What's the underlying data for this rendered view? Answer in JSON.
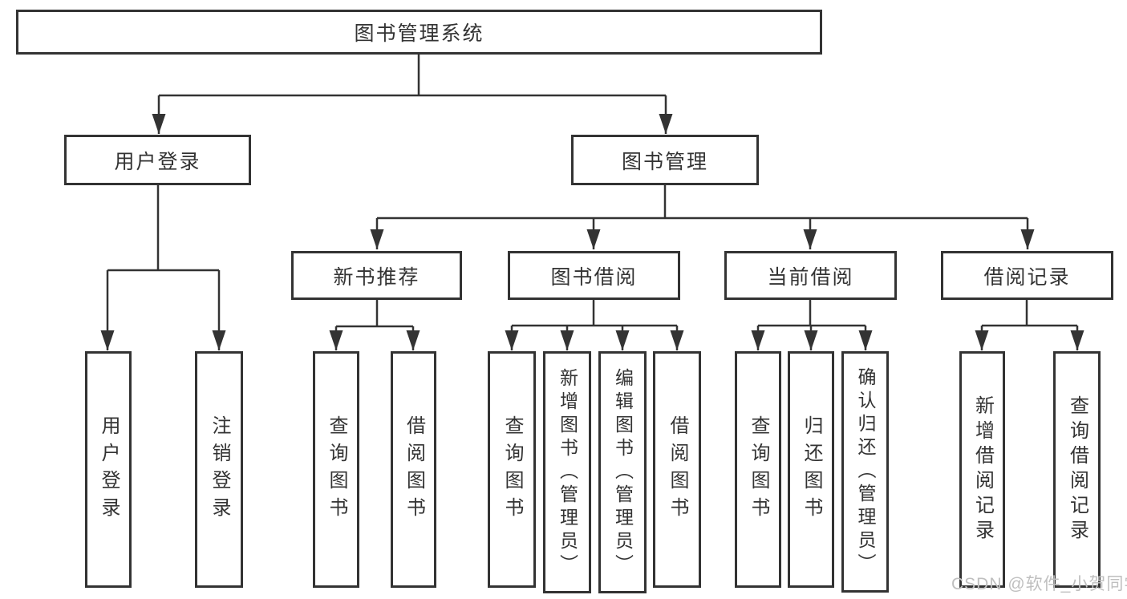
{
  "diagram": {
    "root": "图书管理系统",
    "branches": {
      "user_login": {
        "label": "用户登录",
        "children": [
          "用户登录",
          "注销登录"
        ]
      },
      "book_management": {
        "label": "图书管理",
        "sections": {
          "new_book_recommend": {
            "label": "新书推荐",
            "children": [
              "查询图书",
              "借阅图书"
            ]
          },
          "book_borrow": {
            "label": "图书借阅",
            "children": [
              "查询图书",
              "新增图书（管理员）",
              "编辑图书（管理员）",
              "借阅图书"
            ]
          },
          "current_borrow": {
            "label": "当前借阅",
            "children": [
              "查询图书",
              "归还图书",
              "确认归还（管理员）"
            ]
          },
          "borrow_records": {
            "label": "借阅记录",
            "children": [
              "新增借阅记录",
              "查询借阅记录"
            ]
          }
        }
      }
    }
  },
  "watermark": "CSDN @软件_小贺同学",
  "colors": {
    "line": "#333333",
    "box_border": "#333333",
    "text": "#333333",
    "box_background": "#ffffff",
    "page_background": "#ffffff",
    "watermark": "#bfbfbf"
  }
}
